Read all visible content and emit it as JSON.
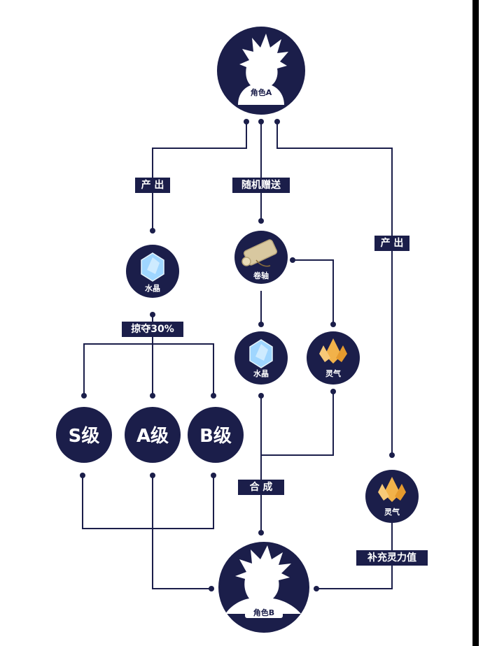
{
  "nodes": {
    "role_a": "角色A",
    "role_b": "角色B",
    "crystal_1": "水晶",
    "crystal_2": "水晶",
    "scroll": "卷轴",
    "aura_1": "灵气",
    "aura_2": "灵气",
    "grade_s": "S级",
    "grade_a": "A级",
    "grade_b": "B级"
  },
  "edge_labels": {
    "produce_left": "产 出",
    "random_gift": "随机赠送",
    "produce_right": "产 出",
    "plunder": "掠夺30%",
    "synthesize": "合 成",
    "replenish": "补充灵力值"
  },
  "colors": {
    "node": "#1b1e4a",
    "crystal": "#9fd6ff",
    "aura": "#f2b24a",
    "scroll": "#d8c8a0"
  },
  "icons": {
    "role": "character-silhouette-icon",
    "crystal": "crystal-icon",
    "scroll": "scroll-icon",
    "aura": "aura-crystal-icon"
  }
}
